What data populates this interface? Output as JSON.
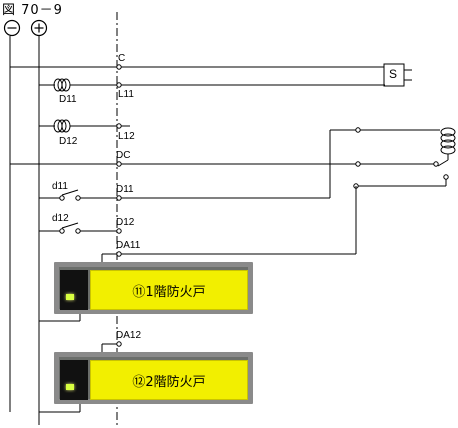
{
  "figure": {
    "title": "図 70－9"
  },
  "buses": {
    "negative": "⊖",
    "positive": "⊕"
  },
  "terminals": [
    "C",
    "L11",
    "L12",
    "DC",
    "D11",
    "D12",
    "DA11",
    "DA12"
  ],
  "components": {
    "relay_labels": [
      "D11",
      "D12"
    ],
    "contact_labels": [
      "d11",
      "d12"
    ],
    "switch_box_label": "S"
  },
  "panels": [
    {
      "label": "⑪1階防火戸"
    },
    {
      "label": "⑫2階防火戸"
    }
  ]
}
